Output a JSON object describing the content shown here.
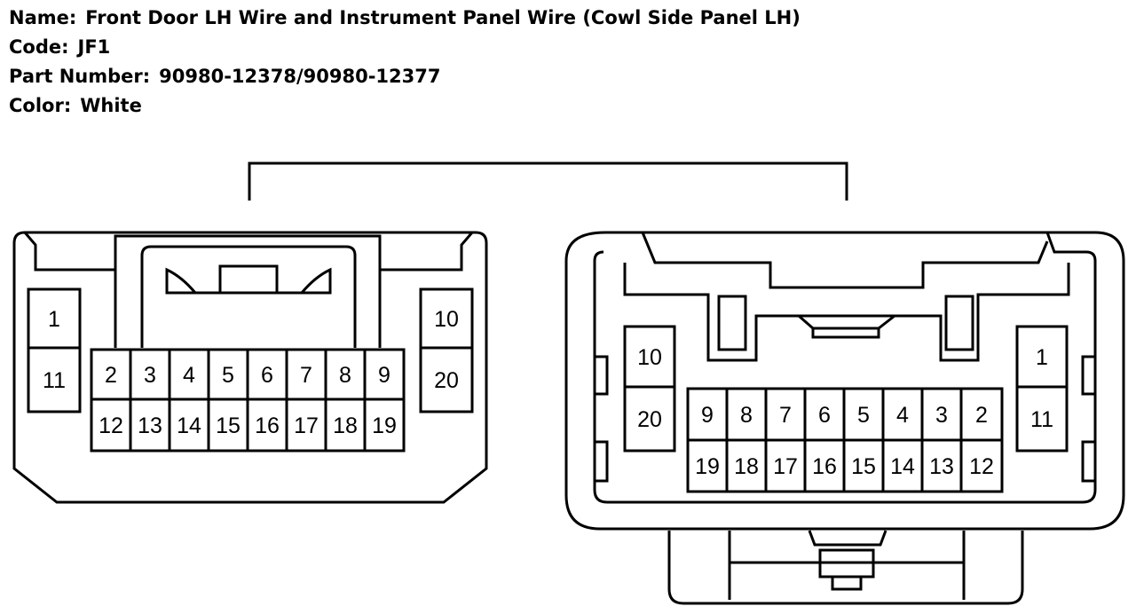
{
  "header": {
    "name_label": "Name:",
    "name_value": "Front Door LH Wire and Instrument Panel Wire (Cowl Side Panel LH)",
    "code_label": "Code:",
    "code_value": "JF1",
    "part_label": "Part Number:",
    "part_value": "90980-12378/90980-12377",
    "color_label": "Color:",
    "color_value": "White"
  },
  "connector_left": {
    "side_top": "1",
    "side_bottom": "11",
    "right_top": "10",
    "right_bottom": "20",
    "row_top": [
      "2",
      "3",
      "4",
      "5",
      "6",
      "7",
      "8",
      "9"
    ],
    "row_bottom": [
      "12",
      "13",
      "14",
      "15",
      "16",
      "17",
      "18",
      "19"
    ]
  },
  "connector_right": {
    "left_top": "10",
    "left_bottom": "20",
    "side_top": "1",
    "side_bottom": "11",
    "row_top": [
      "9",
      "8",
      "7",
      "6",
      "5",
      "4",
      "3",
      "2"
    ],
    "row_bottom": [
      "19",
      "18",
      "17",
      "16",
      "15",
      "14",
      "13",
      "12"
    ]
  }
}
